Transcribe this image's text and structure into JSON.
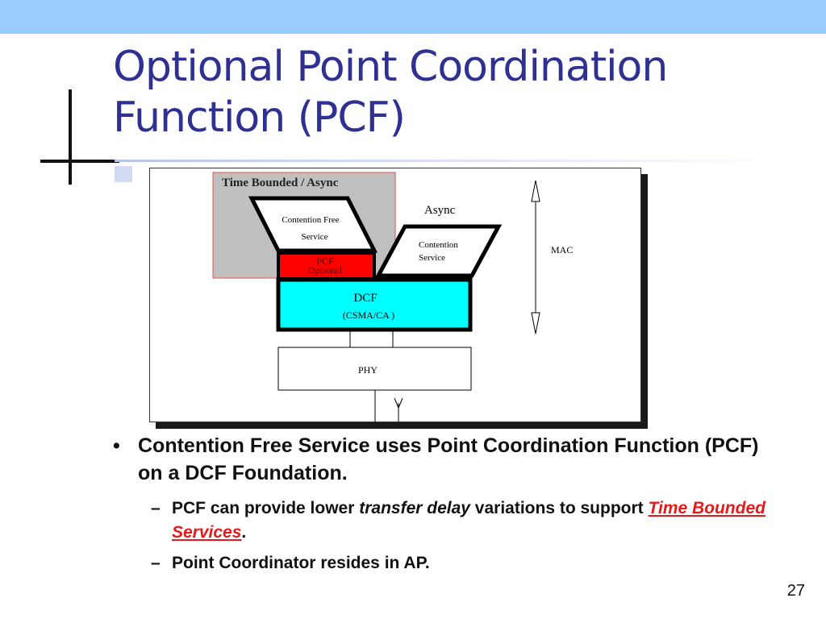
{
  "slide": {
    "title_line1": "Optional Point Coordination",
    "title_line2": "Function (PCF)",
    "page_number": "27"
  },
  "diagram": {
    "time_bounded_label": "Time Bounded / Async",
    "contention_free_line1": "Contention Free",
    "contention_free_line2": "Service",
    "async_label": "Async",
    "contention_line1": "Contention",
    "contention_line2": "Service",
    "pcf_line1": "PCF",
    "pcf_line2": "Optional",
    "dcf_label": "DCF",
    "dcf_sub": "(CSMA/CA )",
    "mac_label": "MAC",
    "phy_label": "PHY",
    "colors": {
      "pcf": "#ff0000",
      "dcf": "#00ffff",
      "time_bounded_bg": "#c0c0c0",
      "time_bounded_border": "#e05050"
    }
  },
  "bullets": {
    "main": "Contention Free Service uses Point Coordination Function (PCF) on a DCF Foundation.",
    "sub1_a": "PCF can provide lower ",
    "sub1_em": "transfer delay",
    "sub1_b": "  variations to support ",
    "sub1_hl": "Time Bounded Services",
    "sub1_c": ".",
    "sub2": "Point Coordinator resides in AP."
  }
}
